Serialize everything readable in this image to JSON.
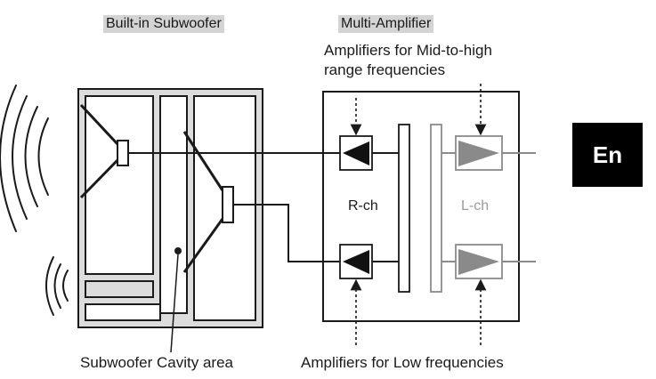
{
  "headers": {
    "subwoofer": "Built-in Subwoofer",
    "multi_amp": "Multi-Amplifier"
  },
  "labels": {
    "mid_high_line1": "Amplifiers for Mid-to-high",
    "mid_high_line2": "range frequencies",
    "low_freq": "Amplifiers for Low frequencies",
    "cavity": "Subwoofer Cavity area",
    "right_channel": "R-ch",
    "left_channel": "L-ch"
  },
  "badge": "En",
  "colors": {
    "ink": "#1a1a1a",
    "header_bg": "#d4d4d4",
    "l_channel_fill": "#8a8a8a",
    "l_channel_text": "#9a9a9a",
    "badge_bg": "#000000"
  }
}
